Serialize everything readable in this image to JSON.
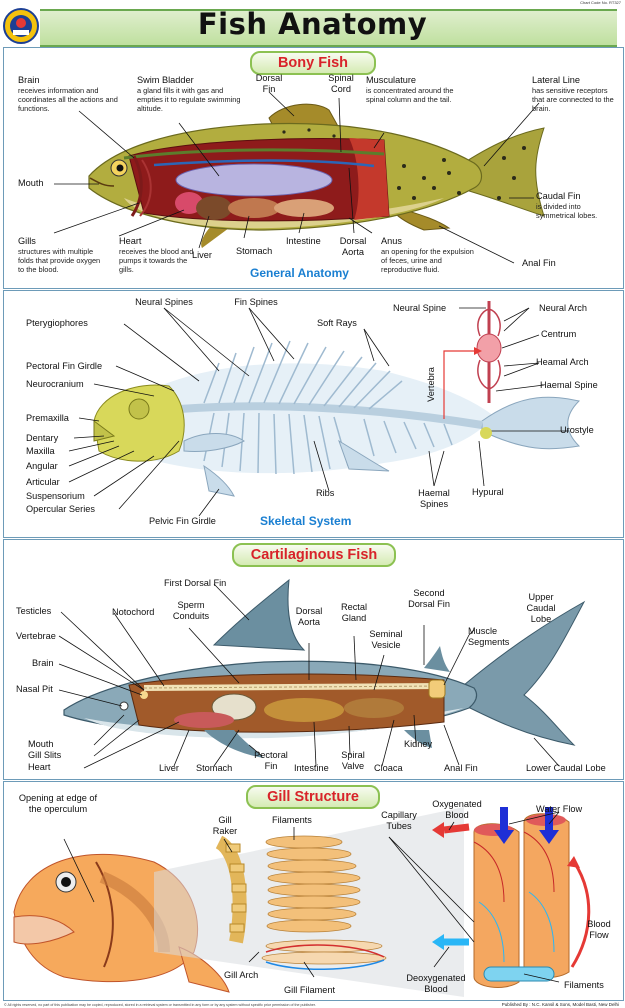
{
  "chart_code": "Chart Code No. RT327",
  "title": "Fish Anatomy",
  "bony": {
    "heading": "Bony Fish",
    "subheading": "General Anatomy",
    "brain": {
      "name": "Brain",
      "desc": "receives information and coordinates all the actions and functions."
    },
    "swim_bladder": {
      "name": "Swim Bladder",
      "desc": "a gland fills it with gas and empties it to regulate swimming altitude."
    },
    "dorsal_fin": "Dorsal Fin",
    "spinal_cord": "Spinal Cord",
    "musculature": {
      "name": "Musculature",
      "desc": "is concentrated around the spinal column and the tail."
    },
    "lateral_line": {
      "name": "Lateral Line",
      "desc": "has sensitive receptors that are connected to the brain."
    },
    "mouth": "Mouth",
    "caudal_fin": {
      "name": "Caudal Fin",
      "desc": "is divided into symmetrical lobes."
    },
    "gills": {
      "name": "Gills",
      "desc": "structures with multiple folds that provide oxygen to the blood."
    },
    "heart": {
      "name": "Heart",
      "desc": "receives the blood and pumps it towards the gills."
    },
    "liver": "Liver",
    "stomach": "Stomach",
    "intestine": "Intestine",
    "dorsal_aorta": "Dorsal Aorta",
    "anus": {
      "name": "Anus",
      "desc": "an opening for the expulsion of feces, urine and reproductive fluid."
    },
    "anal_fin": "Anal Fin"
  },
  "skeletal": {
    "subheading": "Skeletal System",
    "neural_spines": "Neural Spines",
    "fin_spines": "Fin Spines",
    "pterygiophores": "Pterygiophores",
    "soft_rays": "Soft Rays",
    "neural_spine": "Neural Spine",
    "neural_arch": "Neural Arch",
    "centrum": "Centrum",
    "heamal_arch": "Heamal Arch",
    "haemal_spine": "Haemal Spine",
    "vertebra": "Vertebra",
    "pectoral_fin_girdle": "Pectoral Fin Girdle",
    "neurocranium": "Neurocranium",
    "premaxilla": "Premaxilla",
    "dentary": "Dentary",
    "maxilla": "Maxilla",
    "angular": "Angular",
    "articular": "Articular",
    "suspensorium": "Suspensorium",
    "opercular_series": "Opercular Series",
    "pelvic_fin_girdle": "Pelvic Fin Girdle",
    "ribs": "Ribs",
    "haemal_spines": "Haemal Spines",
    "hypural": "Hypural",
    "urostyle": "Urostyle"
  },
  "cartilaginous": {
    "heading": "Cartilaginous Fish",
    "first_dorsal_fin": "First Dorsal Fin",
    "testicles": "Testicles",
    "notochord": "Notochord",
    "sperm_conduits": "Sperm Conduits",
    "dorsal_aorta": "Dorsal Aorta",
    "rectal_gland": "Rectal Gland",
    "seminal_vesicle": "Seminal Vesicle",
    "second_dorsal_fin": "Second Dorsal Fin",
    "muscle_segments": "Muscle Segments",
    "upper_caudal_lobe": "Upper Caudal Lobe",
    "vertebrae": "Vertebrae",
    "brain": "Brain",
    "nasal_pit": "Nasal Pit",
    "mouth": "Mouth",
    "gill_slits": "Gill Slits",
    "heart": "Heart",
    "liver": "Liver",
    "stomach": "Stomach",
    "pectoral_fin": "Pectoral Fin",
    "intestine": "Intestine",
    "spiral_valve": "Spiral Valve",
    "cloaca": "Cloaca",
    "kidney": "Kidney",
    "anal_fin": "Anal Fin",
    "lower_caudal_lobe": "Lower Caudal Lobe"
  },
  "gill": {
    "heading": "Gill Structure",
    "opening": "Opening at edge of the operculum",
    "gill_raker": "Gill Raker",
    "filaments_top": "Filaments",
    "capillary_tubes": "Capillary Tubes",
    "oxygenated_blood": "Oxygenated Blood",
    "water_flow": "Water Flow",
    "blood_flow": "Blood Flow",
    "gill_arch": "Gill Arch",
    "gill_filament": "Gill Filament",
    "deoxygenated_blood": "Deoxygenated Blood",
    "filaments_bottom": "Filaments"
  },
  "footer": {
    "rights": "© All rights reserved, no part of this publication may be copied, reproduced, stored in a retrieval system or transmitted in any form or by any system without specific prior permission of the publisher.",
    "publisher": "Published By : N.C. Kansil & Sons, Model Basti, New Delhi"
  }
}
